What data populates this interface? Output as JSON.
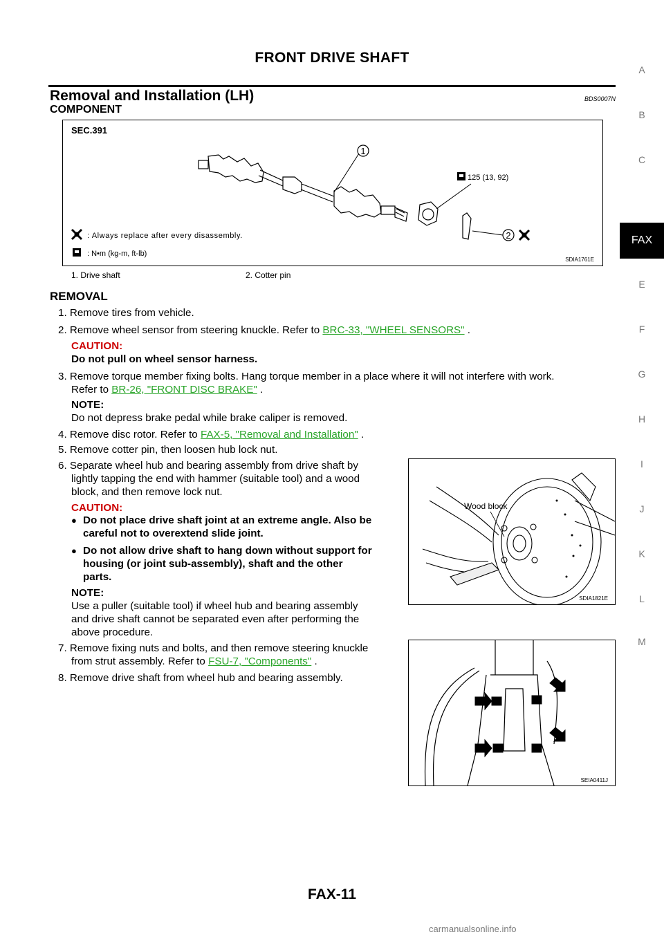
{
  "header": {
    "title": "FRONT DRIVE SHAFT"
  },
  "section": {
    "title": "Removal and Installation (LH)",
    "code": "BDS0007N"
  },
  "component": {
    "heading": "COMPONENT",
    "figure": {
      "sec": "SEC.391",
      "callout_1": "1",
      "callout_2": "2",
      "torque": "125 (13, 92)",
      "legend_replace": ": Always replace after every disassembly.",
      "legend_torque": ": N•m (kg-m, ft-lb)",
      "code": "SDIA1761E"
    },
    "legend": [
      "1.  Drive shaft",
      "2.  Cotter pin"
    ]
  },
  "removal": {
    "heading": "REMOVAL",
    "s1": "1. Remove tires from vehicle.",
    "s2_text": "2. Remove wheel sensor from steering knuckle. Refer to ",
    "s2_link": "BRC-33, \"WHEEL SENSORS\"",
    "s2_end": " .",
    "s2_caution_label": "CAUTION:",
    "s2_caution_text": "Do not pull on wheel sensor harness.",
    "s3_line1": "3. Remove torque member fixing bolts. Hang torque member in a place where it will not interfere with work.",
    "s3_line2_text": "Refer to ",
    "s3_link": "BR-26, \"FRONT DISC BRAKE\"",
    "s3_end": " .",
    "s3_note_label": "NOTE:",
    "s3_note_text": "Do not depress brake pedal while brake caliper is removed.",
    "s4_text": "4. Remove disc rotor. Refer to ",
    "s4_link": "FAX-5, \"Removal and Installation\"",
    "s4_end": " .",
    "s5": "5. Remove cotter pin, then loosen hub lock nut.",
    "s6_l1": "6. Separate wheel hub and bearing assembly from drive shaft by",
    "s6_l2": "lightly tapping the end with hammer (suitable tool) and a wood",
    "s6_l3": "block, and then remove lock nut.",
    "s6_caution_label": "CAUTION:",
    "s6_b1_l1": "Do not place drive shaft joint at an extreme angle. Also be",
    "s6_b1_l2": "careful not to overextend slide joint.",
    "s6_b2_l1": "Do not allow drive shaft to hang down without support for",
    "s6_b2_l2": "housing (or joint sub-assembly), shaft and the other",
    "s6_b2_l3": "parts.",
    "s6_note_label": "NOTE:",
    "s6_note_l1": "Use a puller (suitable tool) if wheel hub and bearing assembly",
    "s6_note_l2": "and drive shaft cannot be separated even after performing the",
    "s6_note_l3": "above procedure.",
    "s7_l1": "7. Remove fixing nuts and bolts, and then remove steering knuckle",
    "s7_l2_text": "from strut assembly. Refer to ",
    "s7_link": "FSU-7, \"Components\"",
    "s7_end": " .",
    "s8": "8. Remove drive shaft from wheel hub and bearing assembly."
  },
  "figure2": {
    "label": "Wood block",
    "code": "SDIA1821E"
  },
  "figure3": {
    "code": "SEIA0411J"
  },
  "sidebar": {
    "letters": [
      "A",
      "B",
      "C",
      "E",
      "F",
      "G",
      "H",
      "I",
      "J",
      "K",
      "L",
      "M"
    ],
    "active": "FAX"
  },
  "footer": {
    "page_number": "FAX-11",
    "watermark": "carmanualsonline.info"
  }
}
